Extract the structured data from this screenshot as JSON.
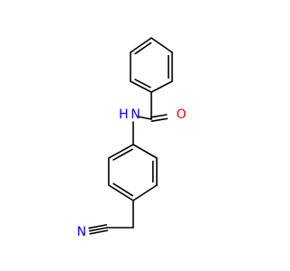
{
  "molecule": {
    "atoms": [
      {
        "id": "c1",
        "element": "C",
        "label": ""
      },
      {
        "id": "c2",
        "element": "C",
        "label": ""
      },
      {
        "id": "c3",
        "element": "C",
        "label": ""
      },
      {
        "id": "c4",
        "element": "C",
        "label": ""
      },
      {
        "id": "c5",
        "element": "C",
        "label": ""
      },
      {
        "id": "c6",
        "element": "C",
        "label": ""
      },
      {
        "id": "c7",
        "element": "C",
        "label": ""
      },
      {
        "id": "o1",
        "element": "O",
        "label": "O"
      },
      {
        "id": "n1",
        "element": "N",
        "label": "H N"
      },
      {
        "id": "c8",
        "element": "C",
        "label": ""
      },
      {
        "id": "c9",
        "element": "C",
        "label": ""
      },
      {
        "id": "c10",
        "element": "C",
        "label": ""
      },
      {
        "id": "c11",
        "element": "C",
        "label": ""
      },
      {
        "id": "c12",
        "element": "C",
        "label": ""
      },
      {
        "id": "c13",
        "element": "C",
        "label": ""
      },
      {
        "id": "c14",
        "element": "C",
        "label": ""
      },
      {
        "id": "c15",
        "element": "C",
        "label": ""
      },
      {
        "id": "n2",
        "element": "N",
        "label": "N"
      }
    ],
    "bonds": [
      {
        "a": "c1",
        "b": "c2",
        "order": 1
      },
      {
        "a": "c2",
        "b": "c3",
        "order": 2
      },
      {
        "a": "c3",
        "b": "c4",
        "order": 1
      },
      {
        "a": "c4",
        "b": "c5",
        "order": 2
      },
      {
        "a": "c5",
        "b": "c6",
        "order": 1
      },
      {
        "a": "c6",
        "b": "c1",
        "order": 2
      },
      {
        "a": "c4",
        "b": "c7",
        "order": 1
      },
      {
        "a": "c7",
        "b": "o1",
        "order": 2
      },
      {
        "a": "c7",
        "b": "n1",
        "order": 1
      },
      {
        "a": "n1",
        "b": "c8",
        "order": 1
      },
      {
        "a": "c8",
        "b": "c9",
        "order": 2
      },
      {
        "a": "c9",
        "b": "c10",
        "order": 1
      },
      {
        "a": "c10",
        "b": "c11",
        "order": 2
      },
      {
        "a": "c11",
        "b": "c12",
        "order": 1
      },
      {
        "a": "c12",
        "b": "c13",
        "order": 2
      },
      {
        "a": "c13",
        "b": "c8",
        "order": 1
      },
      {
        "a": "c11",
        "b": "c14",
        "order": 1
      },
      {
        "a": "c14",
        "b": "c15",
        "order": 1
      },
      {
        "a": "c15",
        "b": "n2",
        "order": 3
      }
    ]
  },
  "colors": {
    "bond": "#000000",
    "oxygen": "#ff0000",
    "nitrogen": "#0000ff"
  }
}
